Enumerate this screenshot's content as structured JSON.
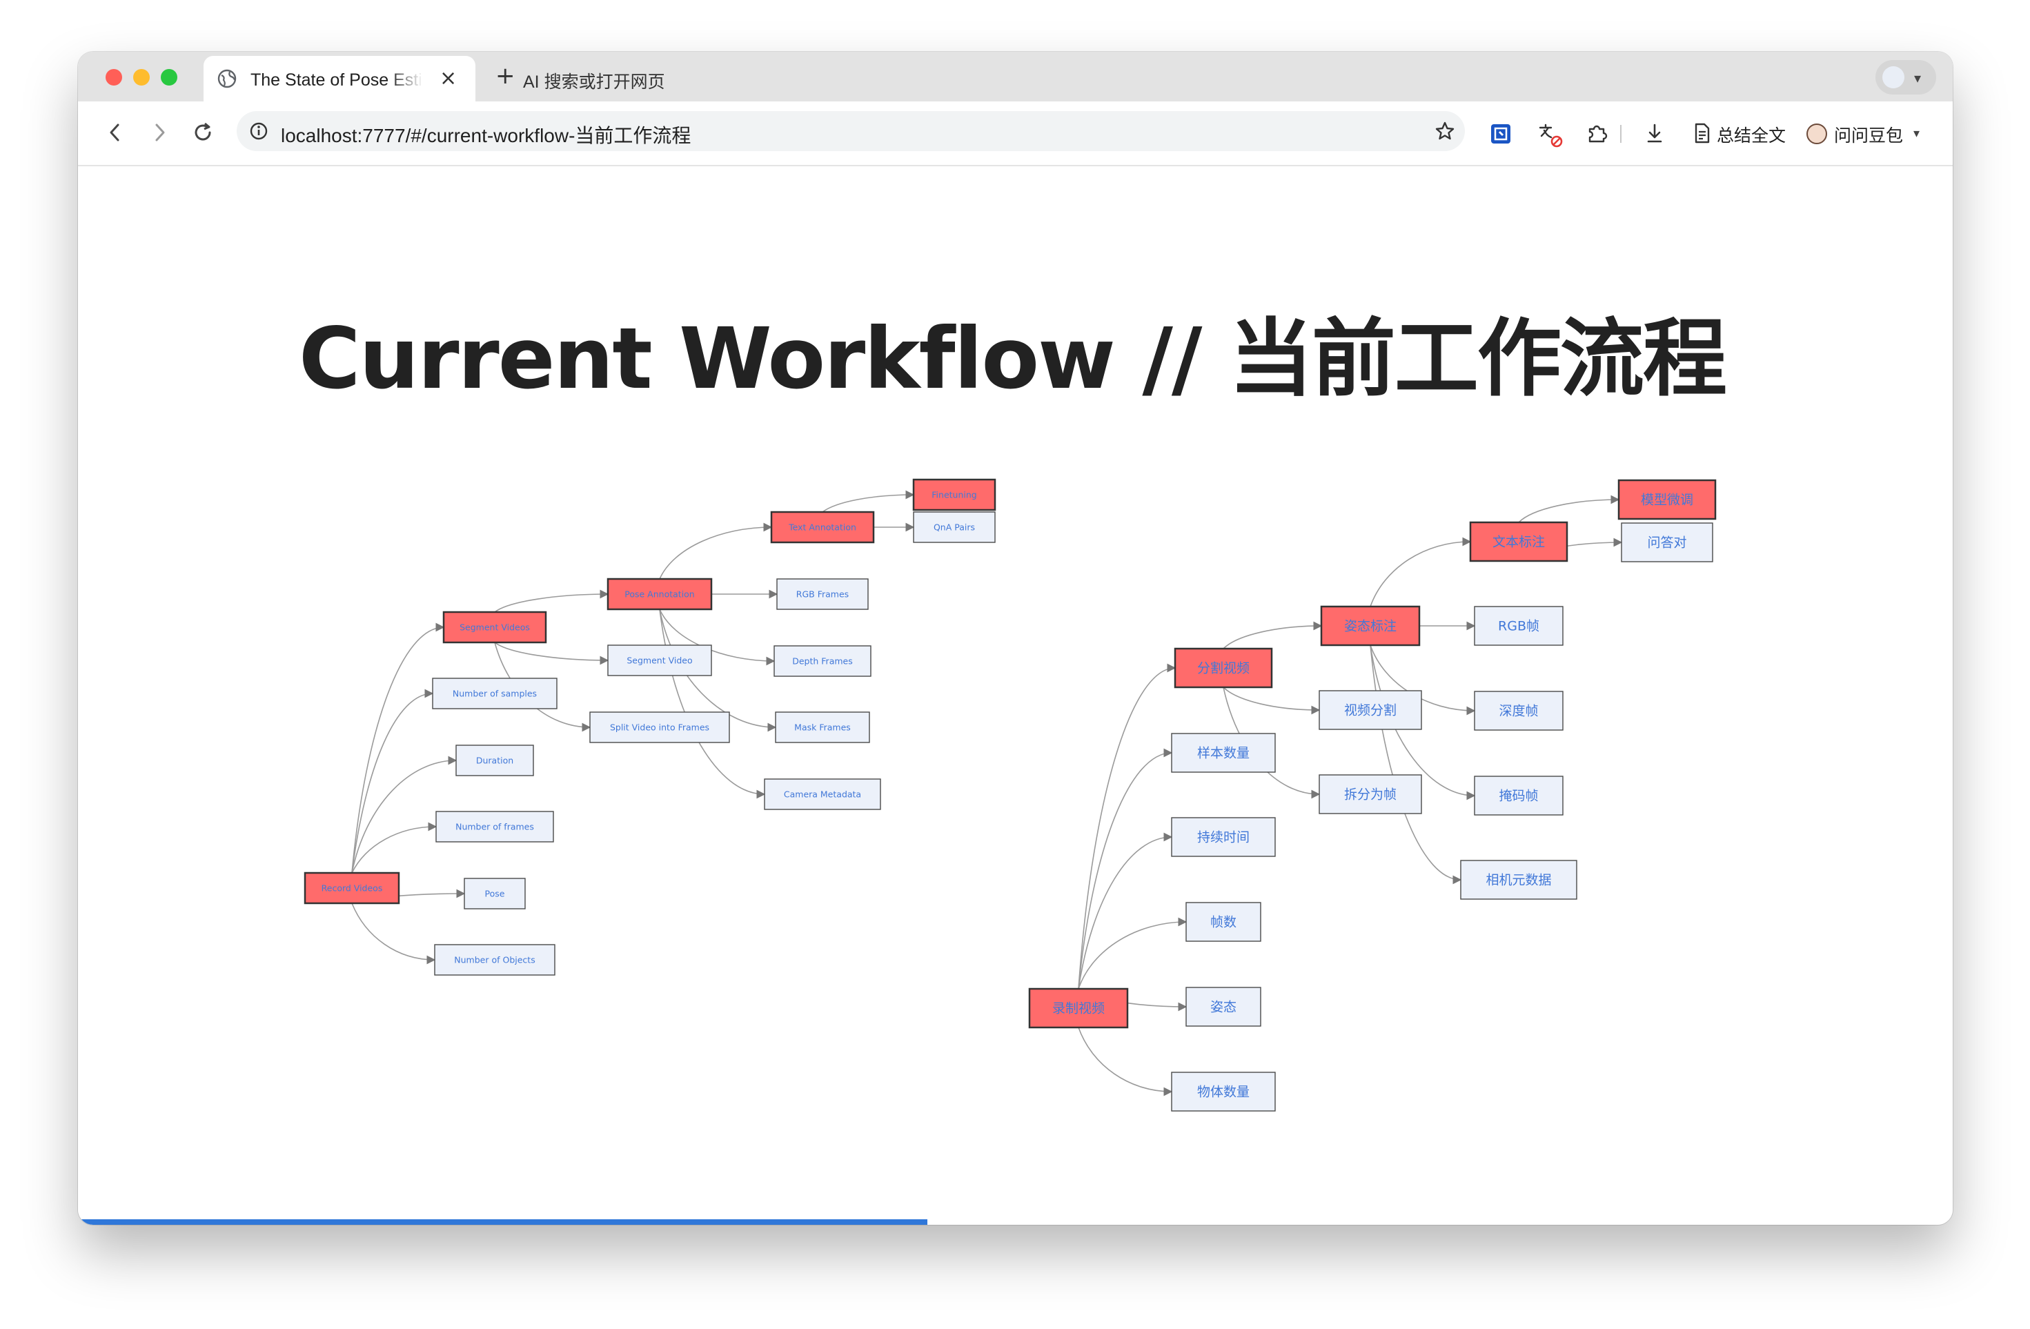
{
  "browser": {
    "tab_title": "The State of Pose Estimation",
    "new_tab_label": "AI 搜索或打开网页",
    "url": "localhost:7777/#/current-workflow-当前工作流程",
    "summarize_label": "总结全文",
    "assistant_label": "问问豆包"
  },
  "page": {
    "title": "Current Workflow // 当前工作流程",
    "progress": 0.453
  },
  "diagrams": {
    "english": [
      {
        "label": "Record Videos",
        "type": "root",
        "children": [
          {
            "label": "Segment Videos",
            "type": "root",
            "children": [
              {
                "label": "Pose Annotation",
                "type": "root",
                "children": [
                  {
                    "label": "Text Annotation",
                    "type": "root",
                    "children": [
                      {
                        "label": "Finetuning",
                        "type": "root"
                      },
                      {
                        "label": "QnA Pairs",
                        "type": "leaf"
                      }
                    ]
                  },
                  {
                    "label": "RGB Frames",
                    "type": "leaf"
                  },
                  {
                    "label": "Depth Frames",
                    "type": "leaf"
                  },
                  {
                    "label": "Mask Frames",
                    "type": "leaf"
                  },
                  {
                    "label": "Camera Metadata",
                    "type": "leaf"
                  }
                ]
              },
              {
                "label": "Segment Video",
                "type": "leaf"
              },
              {
                "label": "Split Video into Frames",
                "type": "leaf"
              }
            ]
          },
          {
            "label": "Number of samples",
            "type": "leaf"
          },
          {
            "label": "Duration",
            "type": "leaf"
          },
          {
            "label": "Number of frames",
            "type": "leaf"
          },
          {
            "label": "Pose",
            "type": "leaf"
          },
          {
            "label": "Number of Objects",
            "type": "leaf"
          }
        ]
      }
    ],
    "chinese": [
      {
        "label": "录制视频",
        "type": "root",
        "children": [
          {
            "label": "分割视频",
            "type": "root",
            "children": [
              {
                "label": "姿态标注",
                "type": "root",
                "children": [
                  {
                    "label": "文本标注",
                    "type": "root",
                    "children": [
                      {
                        "label": "模型微调",
                        "type": "root"
                      },
                      {
                        "label": "问答对",
                        "type": "leaf"
                      }
                    ]
                  },
                  {
                    "label": "RGB帧",
                    "type": "leaf"
                  },
                  {
                    "label": "深度帧",
                    "type": "leaf"
                  },
                  {
                    "label": "掩码帧",
                    "type": "leaf"
                  },
                  {
                    "label": "相机元数据",
                    "type": "leaf"
                  }
                ]
              },
              {
                "label": "视频分割",
                "type": "leaf"
              },
              {
                "label": "拆分为帧",
                "type": "leaf"
              }
            ]
          },
          {
            "label": "样本数量",
            "type": "leaf"
          },
          {
            "label": "持续时间",
            "type": "leaf"
          },
          {
            "label": "帧数",
            "type": "leaf"
          },
          {
            "label": "姿态",
            "type": "leaf"
          },
          {
            "label": "物体数量",
            "type": "leaf"
          }
        ]
      }
    ]
  }
}
